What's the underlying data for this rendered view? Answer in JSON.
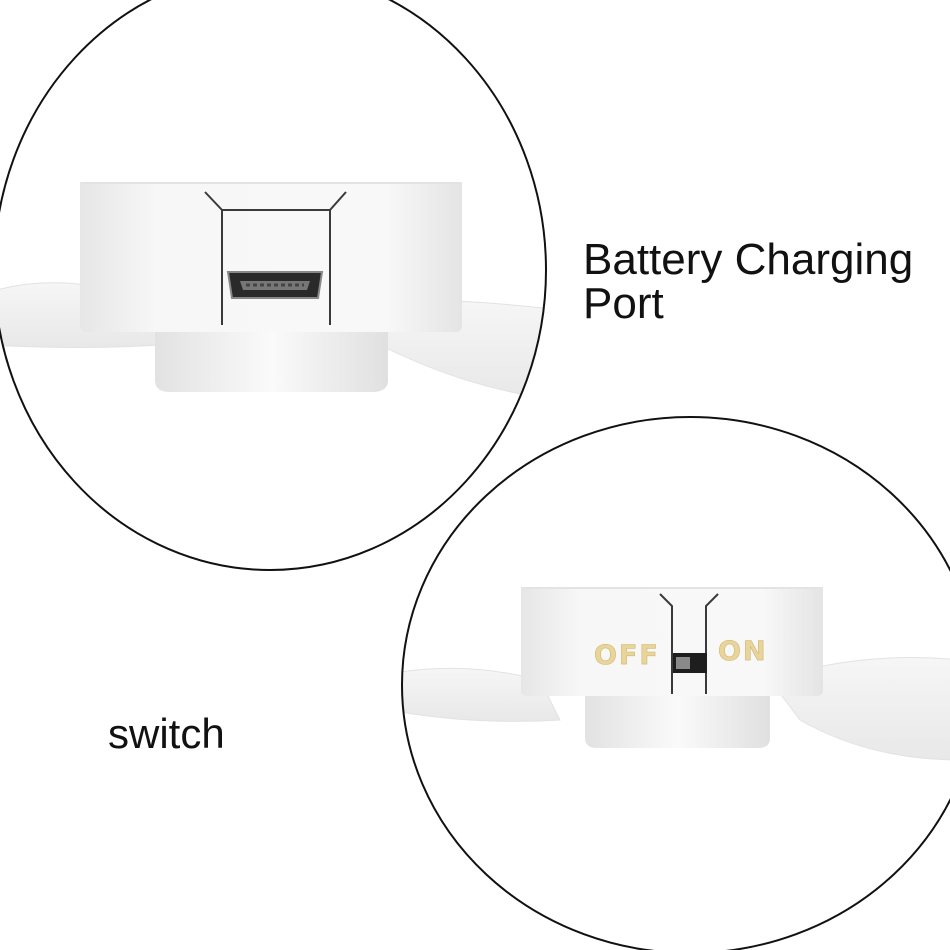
{
  "captions": {
    "top": {
      "line1": "Battery Charging",
      "line2": "Port"
    },
    "bottom": "switch"
  },
  "switch_labels": {
    "off": "OFF",
    "on": "ON"
  },
  "colors": {
    "background": "#ffffff",
    "product_white": "#f4f4f4",
    "product_shadow": "#dcdcdc",
    "outline": "#111111",
    "switch_label_gold": "#e9d59a",
    "port_dark": "#2a2a2a"
  },
  "icons": {
    "charging_port": "micro-usb-port",
    "slide_switch": "slide-switch"
  }
}
